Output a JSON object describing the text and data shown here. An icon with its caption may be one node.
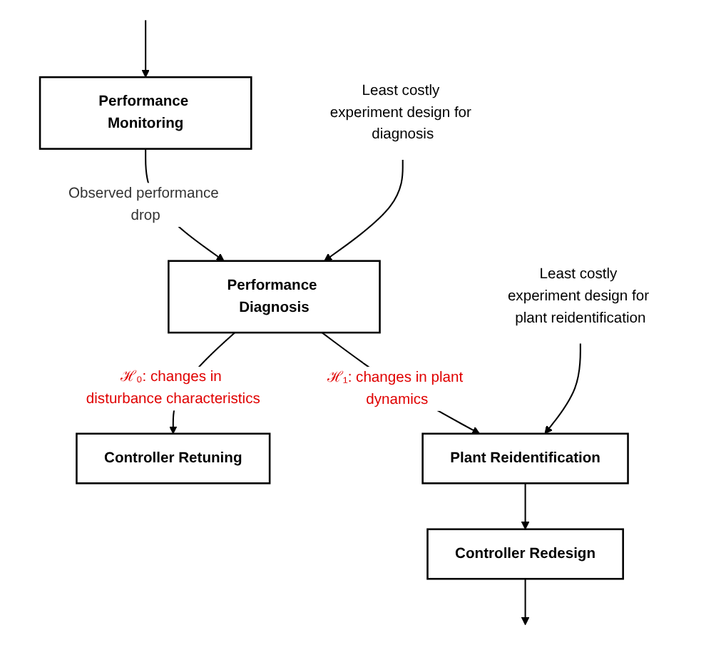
{
  "diagram": {
    "nodes": [
      {
        "text": [
          "Performance Monitoring"
        ]
      },
      {
        "text": [
          "Performance Diagnosis"
        ]
      },
      {
        "text": [
          "Controller Retuning"
        ]
      },
      {
        "text": [
          "Plant Reidentification"
        ]
      },
      {
        "text": [
          "Controller Redesign"
        ]
      },
      {
        "text": [
          "Least costly experiment design for diagnosis"
        ]
      },
      {
        "text": [
          "Least costly experiment design for plant reidentification"
        ]
      }
    ],
    "edges": [
      {
        "from": null,
        "to": 0,
        "arrow": "to"
      },
      {
        "from": 0,
        "to": 1,
        "arrow": "to",
        "label": "Observed performance drop"
      },
      {
        "from": 5,
        "to": 1,
        "arrow": "to"
      },
      {
        "from": 1,
        "to": 2,
        "arrow": "to",
        "label": "ℋ₀: changes in disturbance characteristics"
      },
      {
        "from": 1,
        "to": 3,
        "arrow": "to",
        "label": "ℋ₁: changes in plant dynamics"
      },
      {
        "from": 6,
        "to": 3,
        "arrow": "to"
      },
      {
        "from": 3,
        "to": 4,
        "arrow": "to"
      },
      {
        "from": 4,
        "to": null,
        "arrow": "to"
      }
    ]
  }
}
